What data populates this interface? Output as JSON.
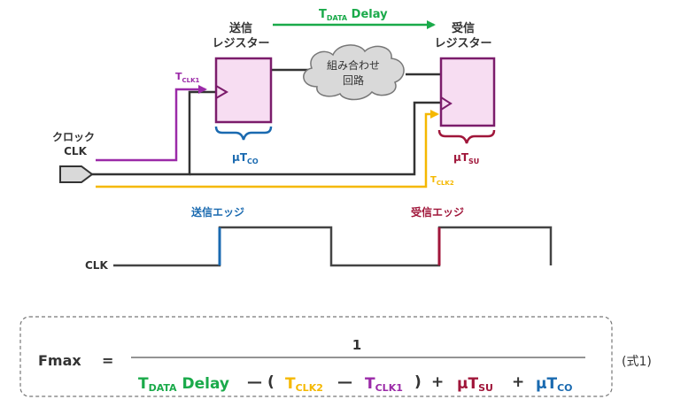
{
  "colors": {
    "green": "#1aaa4a",
    "purple": "#9b2aa8",
    "yellow": "#f5b800",
    "blue": "#1a6ab0",
    "crimson": "#a0163a",
    "dark": "#333333",
    "reg_fill": "#f7ddf2",
    "reg_stroke": "#7b1c6b",
    "cloud_fill": "#d9d9d9"
  },
  "top": {
    "tdata_main": "T",
    "tdata_sub": "DATA",
    "tdata_suffix": " Delay",
    "src_reg_line1": "送信",
    "src_reg_line2": "レジスター",
    "dst_reg_line1": "受信",
    "dst_reg_line2": "レジスター",
    "comb_line1": "組み合わせ",
    "comb_line2": "回路",
    "tclk1_main": "T",
    "tclk1_sub": "CLK1",
    "tclk2_main": "T",
    "tclk2_sub": "CLK2",
    "clock_line1": "クロック",
    "clock_line2": "CLK",
    "utco_main": "μT",
    "utco_sub": "CO",
    "utsu_main": "μT",
    "utsu_sub": "SU"
  },
  "timing": {
    "launch_edge": "送信エッジ",
    "latch_edge": "受信エッジ",
    "clk_label": "CLK"
  },
  "formula": {
    "lhs": "Fmax",
    "equals": "=",
    "numerator": "1",
    "t1": "T",
    "t1_sub": "DATA",
    "t1_suffix": " Delay",
    "minus1": "—",
    "lparen": "(",
    "t2": "T",
    "t2_sub": "CLK2",
    "minus2": "—",
    "t3": "T",
    "t3_sub": "CLK1",
    "rparen": ")",
    "plus1": "+",
    "t4": "μT",
    "t4_sub": "SU",
    "plus2": "+",
    "t5": "μT",
    "t5_sub": "CO",
    "tag": "(式1)"
  }
}
